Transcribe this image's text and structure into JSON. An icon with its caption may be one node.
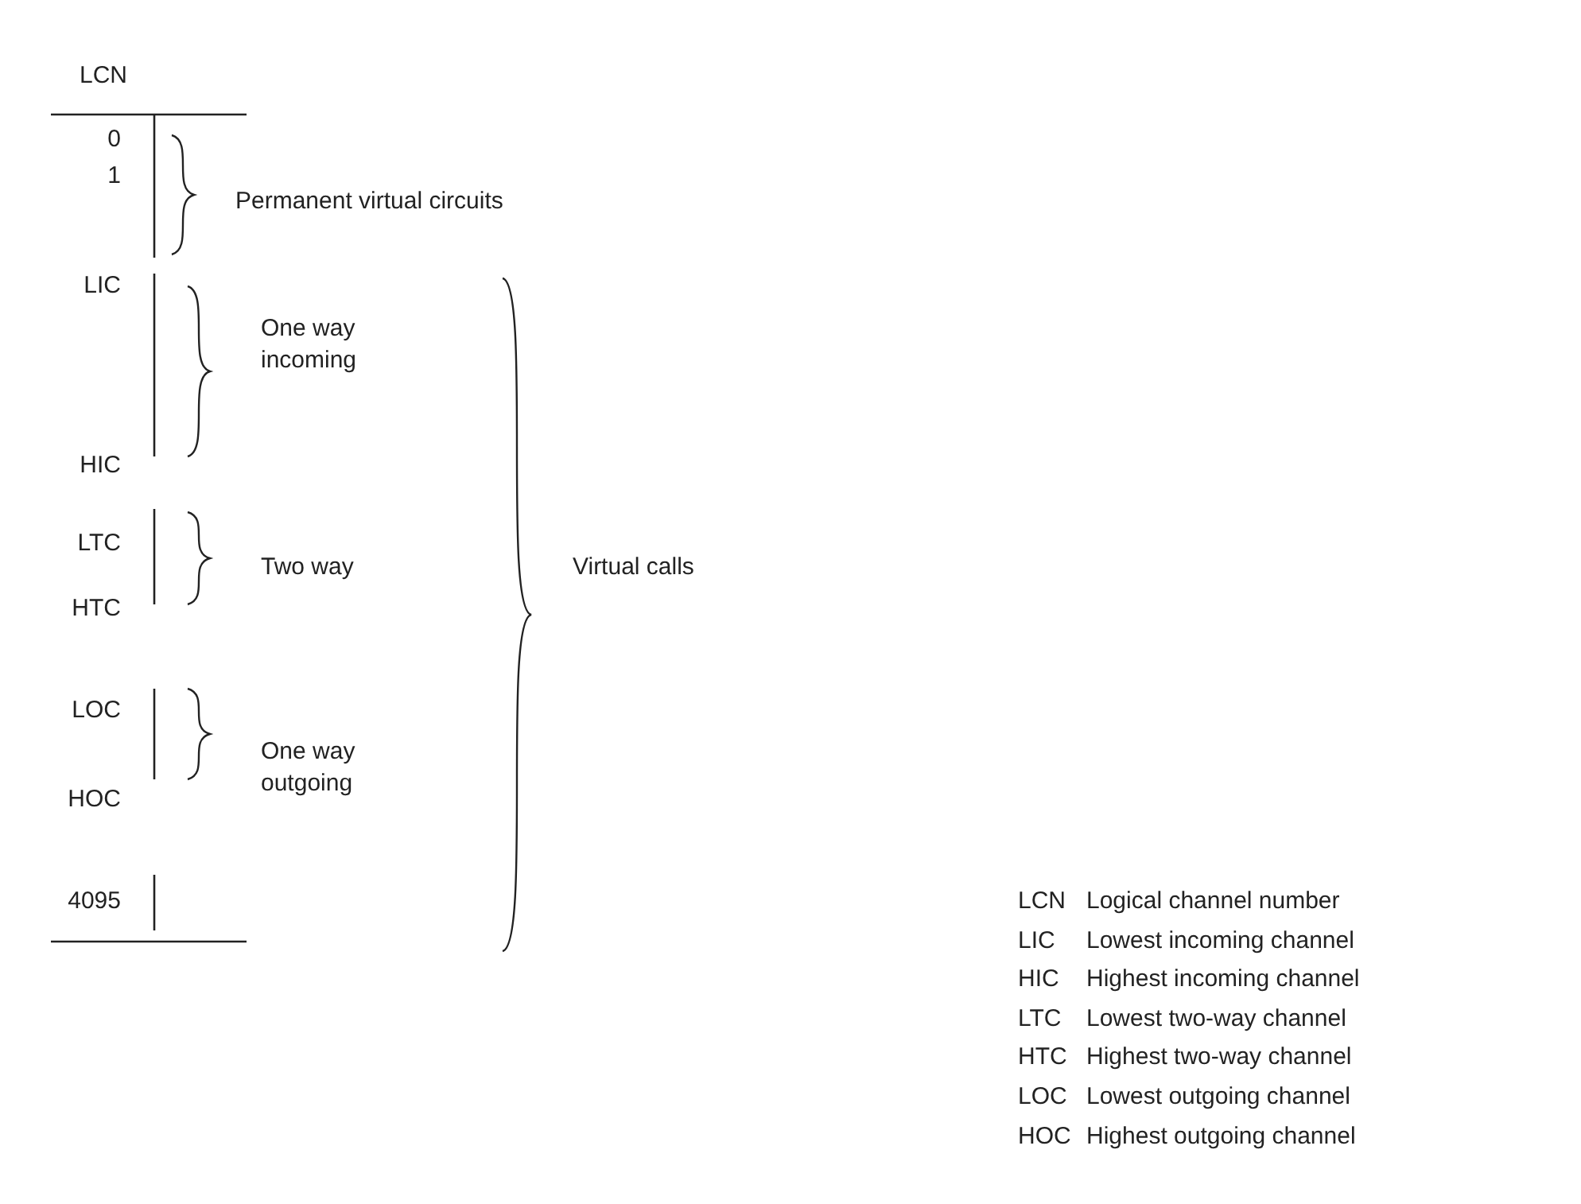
{
  "diagram": {
    "labels": [
      "LCN",
      "0",
      "1",
      "Permanent virtual circuits",
      "LIC",
      "One way incoming",
      "HIC",
      "LTC",
      "Two way",
      "HTC",
      "Virtual calls",
      "LOC",
      "One way outgoing",
      "HOC",
      "4095",
      "LCN",
      "Logical channel number",
      "LIC",
      "Lowest incoming channel",
      "HIC",
      "Highest incoming channel",
      "LTC",
      "Lowest two-way channel",
      "HTC",
      "Highest two-way channel",
      "LOC",
      "Lowest outgoing channel",
      "HOC",
      "Highest outgoing channel"
    ]
  }
}
